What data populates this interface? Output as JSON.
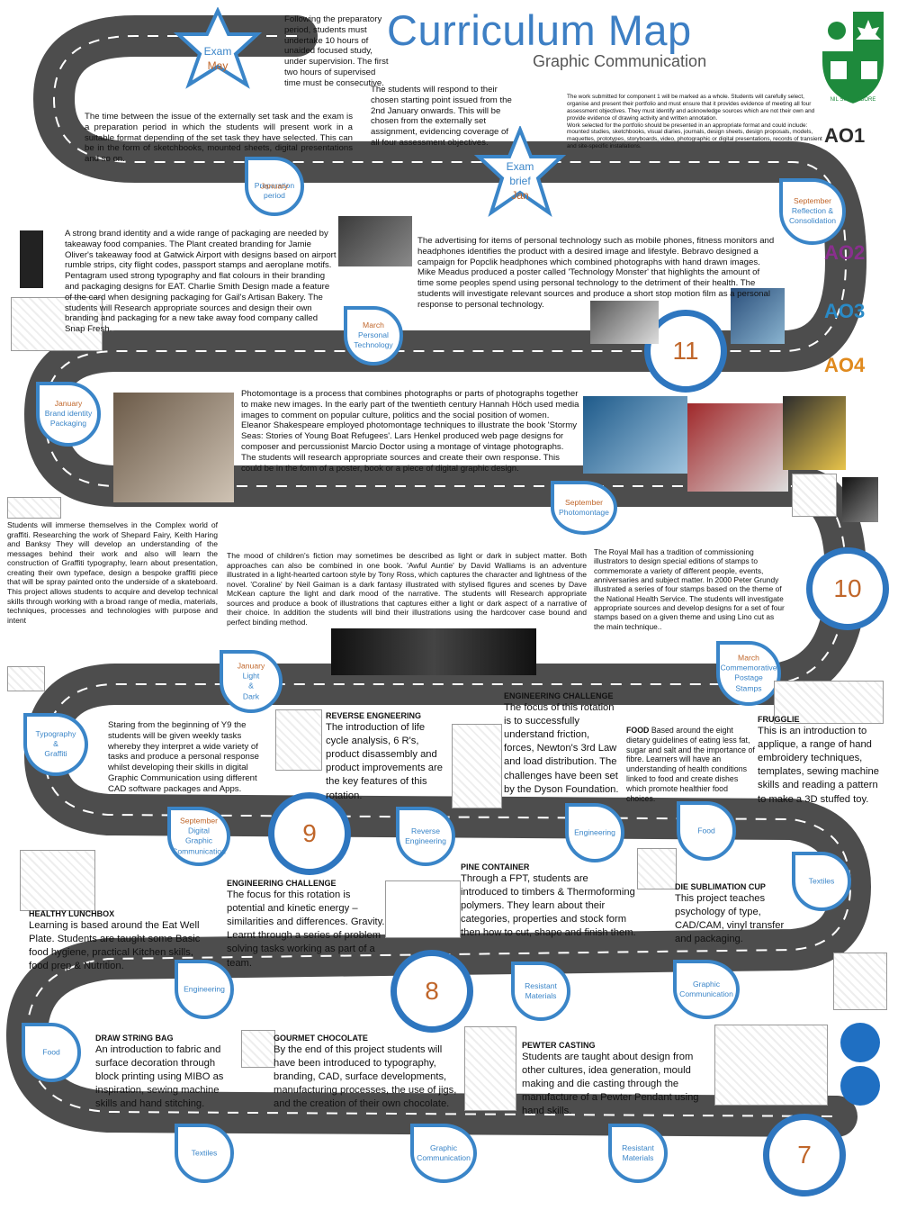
{
  "header": {
    "title": "Curriculum Map",
    "subtitle": "Graphic Communication"
  },
  "crest": {
    "motto": "NIL SINE LABORE"
  },
  "assessment_objectives": [
    "AO1",
    "AO2",
    "AO3",
    "AO4"
  ],
  "year_numbers": {
    "y11": "11",
    "y10": "10",
    "y9": "9",
    "y8": "8",
    "y7": "7"
  },
  "stars": {
    "exam_may": {
      "line1": "Exam",
      "line2": "May"
    },
    "exam_brief": {
      "line1": "Exam",
      "line2": "brief",
      "line3": "Jan"
    }
  },
  "milestones": {
    "y11_jan_prep": {
      "term": "January",
      "l1": "Preparation",
      "l2": "period"
    },
    "y11_sep": {
      "term": "September",
      "l1": "Reflection &",
      "l2": "Consolidation"
    },
    "y10_mar": {
      "term": "March",
      "l1": "Personal",
      "l2": "Technology"
    },
    "y10_jan": {
      "term": "January",
      "l1": "Brand identity",
      "l2": "Packaging"
    },
    "y10_sep": {
      "term": "September",
      "l1": "Photomontage"
    },
    "y9_mar": {
      "term": "March",
      "l1": "Commemorative",
      "l2": "Postage",
      "l3": "Stamps"
    },
    "y9_jan": {
      "term": "January",
      "l1": "Light",
      "l2": "&",
      "l3": "Dark"
    },
    "y9_typo": {
      "l1": "Typography",
      "l2": "&",
      "l3": "Graffiti"
    },
    "y9_sep": {
      "term": "September",
      "l1": "Digital",
      "l2": "Graphic",
      "l3": "Communication"
    },
    "y8_reverse": {
      "l1": "Reverse",
      "l2": "Engineering"
    },
    "y8_eng": {
      "l1": "Engineering"
    },
    "y8_food": {
      "l1": "Food"
    },
    "y8_textiles": {
      "l1": "Textiles"
    },
    "y8_graphic": {
      "l1": "Graphic",
      "l2": "Communication"
    },
    "y8_resistant": {
      "l1": "Resistant",
      "l2": "Materials"
    },
    "y7_eng": {
      "l1": "Engineering"
    },
    "y7_food": {
      "l1": "Food"
    },
    "y7_textiles": {
      "l1": "Textiles"
    },
    "y7_graphic": {
      "l1": "Graphic",
      "l2": "Communication"
    },
    "y7_resistant": {
      "l1": "Resistant",
      "l2": "Materials"
    }
  },
  "texts": {
    "prep_period": "Following the preparatory period, students must undertake 10 hours of unaided focused study, under supervision. The first two hours of supervised time must be consecutive.",
    "exam_time": "The time between the issue of the externally set task and the exam is a preparation period in which the students will present work in a suitable format depending of the set task they have selected. This can be in the form of sketchbooks, mounted sheets, digital presentations and so on.",
    "exam_brief": "The students will respond to their chosen starting point issued from the 2nd January onwards. This will be chosen from the externally set assignment, evidencing coverage of all four assessment objectives.",
    "component1": "The work submitted for component 1 will be marked as a whole. Students will carefully select, organise and present their portfolio and must ensure that it provides evidence of meeting all four assessment objectives. They must identify and acknowledge sources which are not their own and provide evidence of drawing activity and written annotation.\nWork selected for the portfolio should be presented in an appropriate format and could include: mounted studies, sketchbooks, visual diaries, journals, design sheets, design proposals, models, maquettes, prototypes, storyboards, video, photographic or digital presentations, records of transient and site-specific installations.",
    "brand": "A strong brand identity and a wide range of packaging are needed by takeaway food companies. The Plant created branding for Jamie Oliver's takeaway food at Gatwick Airport with designs based on airport rumble strips, city flight codes, passport stamps and aeroplane motifs. Pentagram used strong typography and flat colours in their branding and packaging designs for EAT. Charlie Smith Design made a feature of the card when designing packaging for Gail's Artisan Bakery. The students will Research appropriate sources and design their own branding and packaging for a new take away food company called Snap Fresh.",
    "personal_tech": "The advertising for items of personal technology such as mobile phones, fitness monitors and headphones identifies the product with a desired image and lifestyle. Bebravo designed a campaign for Popclik headphones which combined photographs with hand drawn images. Mike Meadus produced a poster called 'Technology Monster' that highlights the amount of time some peoples spend using personal technology to the detriment of their health. The students will investigate relevant sources and produce a short stop motion film as a personal response to personal technology.",
    "photomontage": "Photomontage is a process that combines photographs or parts of photographs together to make new images. In the early part of the twentieth century Hannah Höch used media images to comment on popular culture, politics and the social position of women. Eleanor Shakespeare employed photomontage techniques to illustrate the book 'Stormy Seas: Stories of Young Boat Refugees'. Lars Henkel produced web page designs for composer and percussionist Marcio Doctor using a montage of vintage photographs. The students will research appropriate sources and create their own response. This could be in the form of a poster, book or a piece of digital graphic design.",
    "graffiti": "Students will immerse themselves in the Complex world of graffiti. Researching the work of Shepard Fairy, Keith Haring and Banksy They will develop an understanding of the messages behind their work and also will learn the construction of Graffiti typography, learn about presentation, creating their own typeface, design a bespoke graffiti piece that will be spray painted onto the underside of a skateboard. This project allows students to acquire and develop technical skills through working with a broad range of media, materials, techniques, processes and technologies with purpose and intent",
    "light_dark": "The mood of children's fiction may sometimes be described as light or dark in subject matter. Both approaches can also be combined in one book. 'Awful Auntie' by David Walliams is an adventure illustrated in a light-hearted cartoon style by Tony Ross, which captures the character and lightness of the novel. 'Coraline' by Neil Gaiman is a dark fantasy illustrated with stylised figures and scenes by Dave McKean capture the light and dark mood of the narrative. The students will Research appropriate sources and produce a book of illustrations that captures either a light or dark aspect of a narrative of their choice. In addition the students will bind their illustrations using the hardcover case bound and perfect binding method.",
    "royal_mail": "The Royal Mail has a tradition of commissioning illustrators to design special editions of stamps to commemorate a variety of different people, events, anniversaries and subject matter. In 2000 Peter Grundy illustrated a series of four stamps based on the theme of the National Health Service. The students will investigate appropriate sources and develop designs for a set of four stamps based on a given theme and using Lino cut as the main technique..",
    "y9_start": "Staring from the beginning of Y9 the students will be given weekly tasks whereby they interpret a wide variety of tasks and produce a personal response whilst developing their skills in digital Graphic Communication using different CAD software packages and Apps.",
    "reverse_head": "REVERSE ENGNEERING",
    "reverse": "The introduction of life cycle analysis, 6 R's, product disassembly and product improvements are the key features of this rotation.",
    "eng_head": "ENGINEERING CHALLENGE",
    "eng": "The focus of this rotation is to successfully understand friction, forces, Newton's 3rd Law and load distribution. The challenges have been set by the Dyson Foundation.",
    "food_head": "FOOD",
    "food": "Based around the eight dietary guidelines of eating less fat, sugar and salt and the importance of fibre. Learners will have an understanding of health conditions linked to food and create dishes which promote healthier food choices.",
    "fruggle_head": "FRUGGLIE",
    "fruggle": "This is an introduction to applique, a range of hand embroidery techniques, templates, sewing machine skills and reading a pattern to make a 3D stuffed toy.",
    "eng2_head": "ENGINEERING CHALLENGE",
    "eng2": "The focus for this rotation is potential and kinetic energy – similarities and differences. Gravity. Learnt through a series of problem solving tasks working as part of a team.",
    "pine_head": "PINE CONTAINER",
    "pine": "Through a FPT, students are introduced to timbers & Thermoforming polymers. They learn about their categories, properties and stock form then how to cut, shape and finish them.",
    "die_head": "DIE SUBLIMATION CUP",
    "die": "This project teaches psychology of type, CAD/CAM, vinyl transfer and packaging.",
    "lunch_head": "HEALTHY LUNCHBOX",
    "lunch": "Learning is based around the Eat Well Plate. Students are taught some Basic food hygiene, practical Kitchen skills, food prep & Nutrition.",
    "bag_head": "DRAW STRING BAG",
    "bag": "An introduction to fabric and surface decoration through block printing using MIBO as inspiration, sewing machine skills and hand stitching.",
    "choc_head": "GOURMET CHOCOLATE",
    "choc": "By the end of this project students will have been introduced to typography, branding, CAD, surface developments, manufacturing processes, the use of jigs, and the creation of their own chocolate.",
    "pewter_head": "PEWTER CASTING",
    "pewter": "Students are taught about design from other cultures, idea generation, mould making and die casting through the manufacture of a Pewter Pendant using hand skills."
  },
  "colors": {
    "road": "#4d4d4d",
    "lane": "#ffffff",
    "accent": "#3a85c8",
    "term": "#c0662a",
    "title": "#3d7fc4"
  }
}
